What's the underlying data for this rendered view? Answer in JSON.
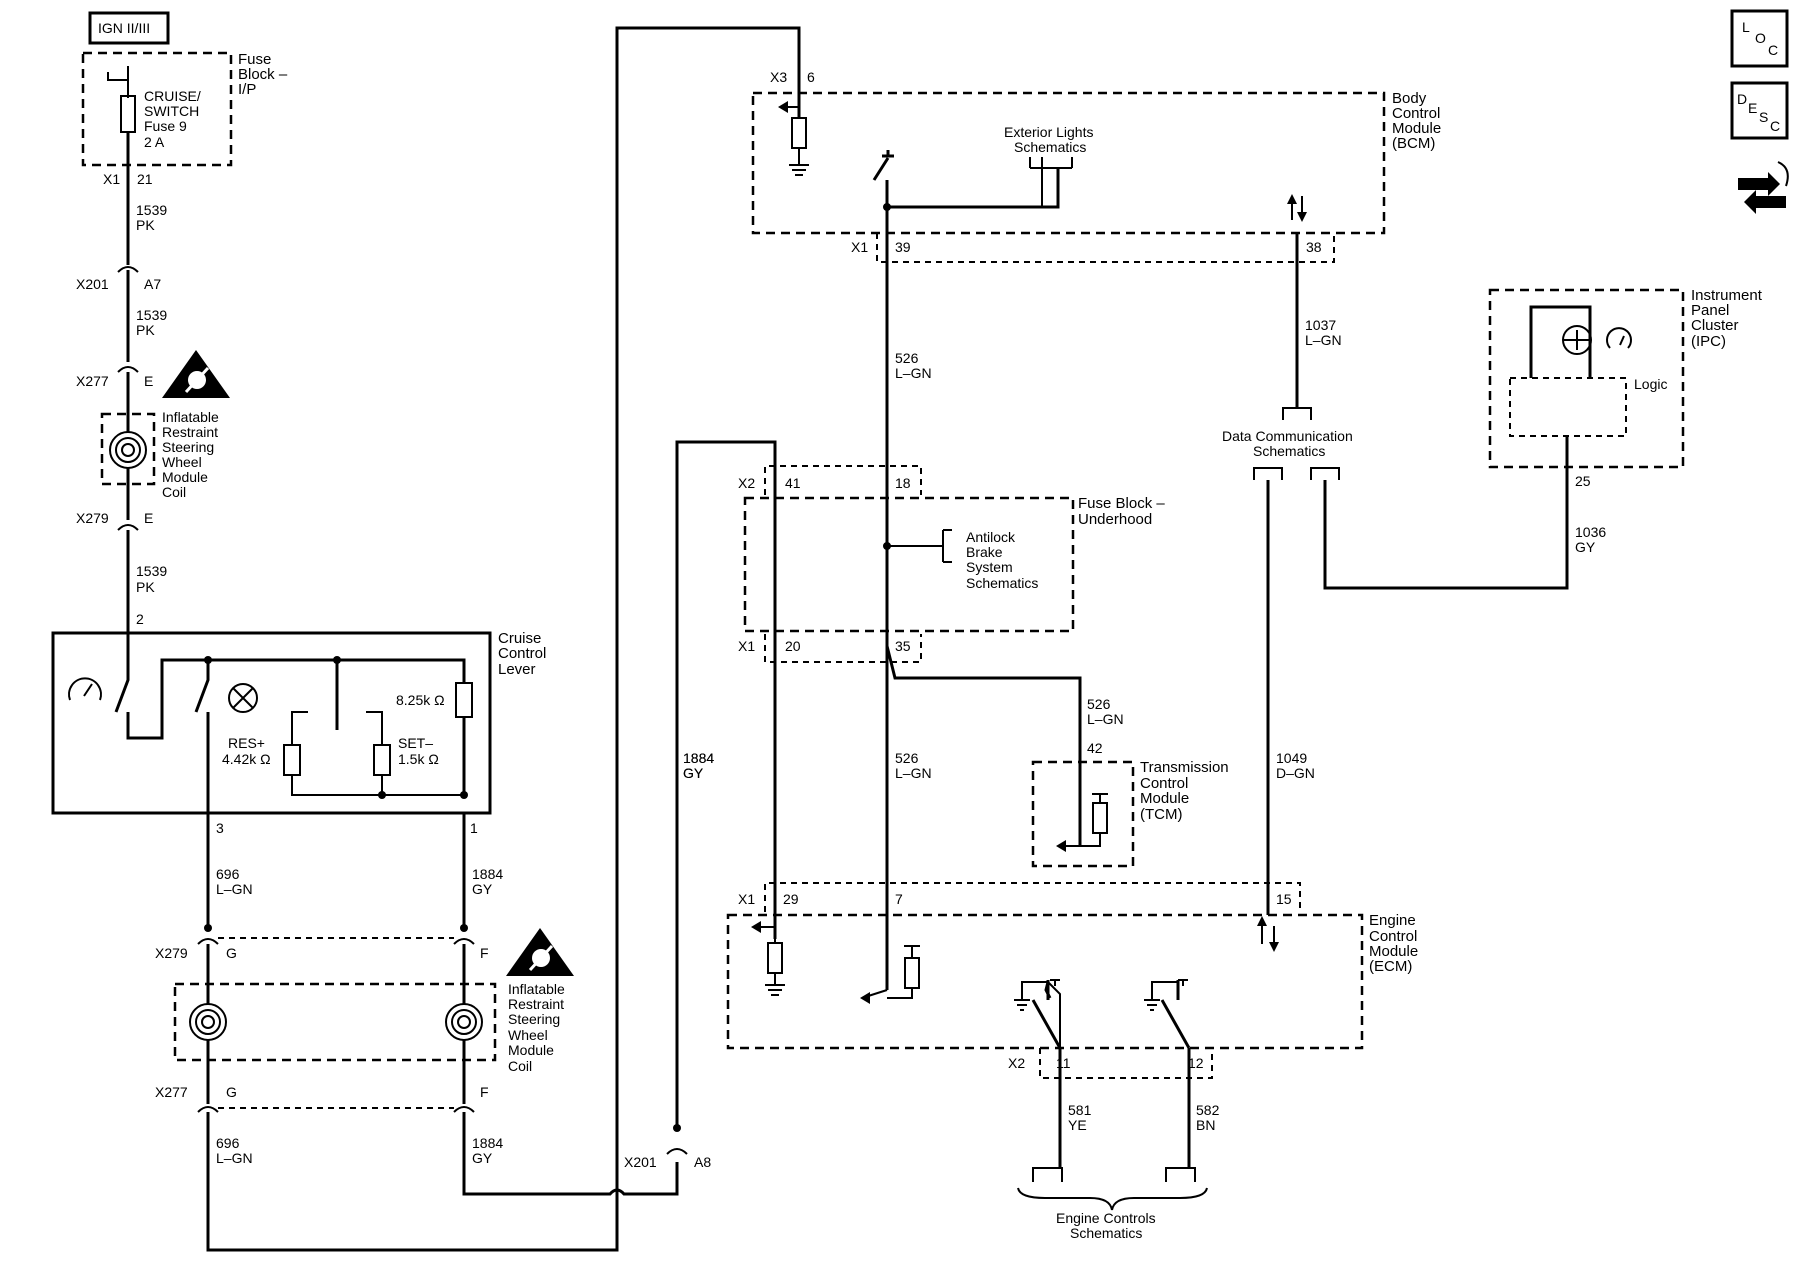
{
  "power": {
    "label": "IGN II/III"
  },
  "fuse_block_ip": {
    "title": [
      "Fuse",
      "Block –",
      "I/P"
    ],
    "fuse": [
      "CRUISE/",
      "SWITCH",
      "Fuse 9",
      "2 A"
    ],
    "conn": "X1",
    "pin": "21"
  },
  "wires": {
    "w1539_a": [
      "1539",
      "PK"
    ],
    "w1539_b": [
      "1539",
      "PK"
    ],
    "w1539_c": [
      "1539",
      "PK"
    ],
    "w696_a": [
      "696",
      "L–GN"
    ],
    "w696_b": [
      "696",
      "L–GN"
    ],
    "w1884_a": [
      "1884",
      "GY"
    ],
    "w1884_b": [
      "1884",
      "GY"
    ],
    "w1884_c": [
      "1884",
      "GY"
    ],
    "w1884_d": [
      "1884",
      "GY"
    ],
    "w526_a": [
      "526",
      "L–GN"
    ],
    "w526_b": [
      "526",
      "L–GN"
    ],
    "w526_c": [
      "526",
      "L–GN"
    ],
    "w1037": [
      "1037",
      "L–GN"
    ],
    "w1036": [
      "1036",
      "GY"
    ],
    "w1049": [
      "1049",
      "D–GN"
    ],
    "w581": [
      "581",
      "YE"
    ],
    "w582": [
      "582",
      "BN"
    ]
  },
  "connectors": {
    "x201_a7": [
      "X201",
      "A7"
    ],
    "x277_e": [
      "X277",
      "E"
    ],
    "x279_e": [
      "X279",
      "E"
    ],
    "x279_g": [
      "X279",
      "G"
    ],
    "x279_f": "F",
    "x277_g": [
      "X277",
      "G"
    ],
    "x277_f": "F",
    "x201_a8": [
      "X201",
      "A8"
    ]
  },
  "coil_top": {
    "title": [
      "Inflatable",
      "Restraint",
      "Steering",
      "Wheel",
      "Module",
      "Coil"
    ]
  },
  "coil_bottom": {
    "title": [
      "Inflatable",
      "Restraint",
      "Steering",
      "Wheel",
      "Module",
      "Coil"
    ]
  },
  "cruise_lever": {
    "title": [
      "Cruise",
      "Control",
      "Lever"
    ],
    "pin_top": "2",
    "pin_left": "3",
    "pin_right": "1",
    "r1": "8.25k Ω",
    "r_res": [
      "RES+",
      "4.42k Ω"
    ],
    "r_set": [
      "SET–",
      "1.5k Ω"
    ]
  },
  "bcm": {
    "title": [
      "Body",
      "Control",
      "Module",
      "(BCM)"
    ],
    "conn_top": [
      "X3",
      "6"
    ],
    "ext_lights": [
      "Exterior Lights",
      "Schematics"
    ],
    "conn": "X1",
    "pin39": "39",
    "pin38": "38"
  },
  "fuse_underhood": {
    "title": [
      "Fuse Block –",
      "Underhood"
    ],
    "conn_top": [
      "X2",
      "41",
      "18"
    ],
    "abs": [
      "Antilock",
      "Brake",
      "System",
      "Schematics"
    ],
    "conn_bot": [
      "X1",
      "20",
      "35"
    ]
  },
  "data_comm": {
    "title": [
      "Data Communication",
      "Schematics"
    ]
  },
  "ipc": {
    "title": [
      "Instrument",
      "Panel",
      "Cluster",
      "(IPC)"
    ],
    "logic": "Logic",
    "pin": "25"
  },
  "tcm": {
    "title": [
      "Transmission",
      "Control",
      "Module",
      "(TCM)"
    ],
    "pin": "42"
  },
  "ecm": {
    "title": [
      "Engine",
      "Control",
      "Module",
      "(ECM)"
    ],
    "conn_top": [
      "X1",
      "29",
      "7",
      "15"
    ],
    "conn_bot": [
      "X2",
      "11",
      "12"
    ]
  },
  "engine_controls": {
    "title": [
      "Engine Controls",
      "Schematics"
    ]
  },
  "legend": {
    "loc": [
      "L",
      "O",
      "C"
    ],
    "desc": [
      "D",
      "E",
      "S",
      "C"
    ]
  }
}
